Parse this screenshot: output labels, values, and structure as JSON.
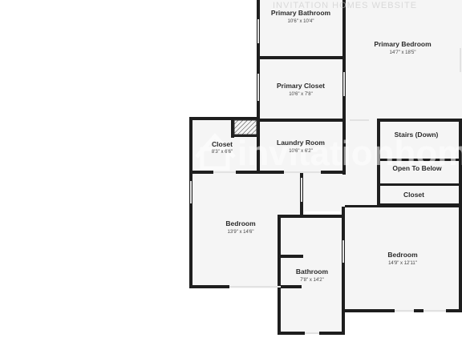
{
  "rooms": {
    "primary_bathroom": {
      "name": "Primary Bathroom",
      "dims": "10'6\" x 10'4\""
    },
    "primary_bedroom": {
      "name": "Primary Bedroom",
      "dims": "14'7\" x 18'5\""
    },
    "primary_closet": {
      "name": "Primary Closet",
      "dims": "10'6\" x 7'8\""
    },
    "closet_small": {
      "name": "Closet",
      "dims": "8'3\" x 6'6\""
    },
    "laundry_room": {
      "name": "Laundry Room",
      "dims": "10'6\" x 6'2\""
    },
    "stairs": {
      "name": "Stairs (Down)"
    },
    "open_to_below": {
      "name": "Open To Below"
    },
    "closet_right": {
      "name": "Closet"
    },
    "bedroom_left": {
      "name": "Bedroom",
      "dims": "13'9\" x 14'6\""
    },
    "bedroom_right": {
      "name": "Bedroom",
      "dims": "14'9\" x 12'11\""
    },
    "bathroom": {
      "name": "Bathroom",
      "dims": "7'8\" x 14'2\""
    }
  },
  "watermark": {
    "brand": "invitationhomes",
    "top_text": "INVITATION HOMES WEBSITE"
  },
  "colors": {
    "wall": "#1e1e1e",
    "floor": "#f5f5f5",
    "window": "#dcdcdc"
  }
}
